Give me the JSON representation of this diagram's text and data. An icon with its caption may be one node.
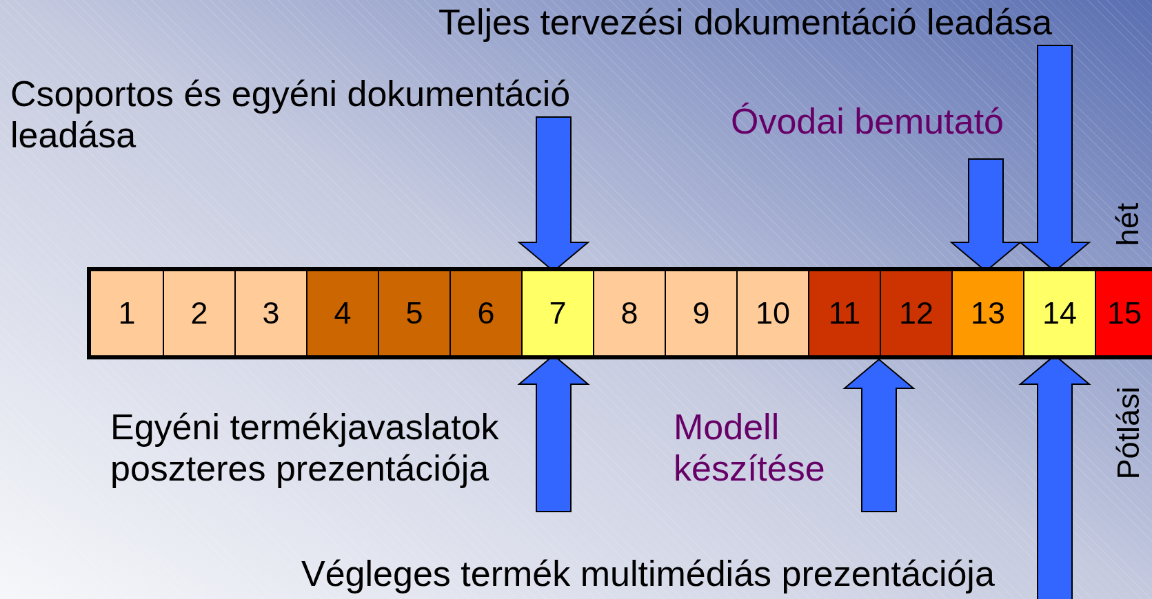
{
  "diagram": {
    "nodes": [
      {
        "text": [
          "Teljes tervezési dokumentáció leadása"
        ]
      },
      {
        "text": [
          "Csoportos és egyéni dokumentáció leadása"
        ]
      },
      {
        "text": [
          "Óvodai bemutató"
        ]
      },
      {
        "text": [],
        "shape": "bar"
      },
      {
        "text": [
          "1"
        ],
        "in": 3
      },
      {
        "text": [
          "2"
        ],
        "in": 3
      },
      {
        "text": [
          "3"
        ],
        "in": 3
      },
      {
        "text": [
          "4"
        ],
        "in": 3
      },
      {
        "text": [
          "5"
        ],
        "in": 3
      },
      {
        "text": [
          "6"
        ],
        "in": 3
      },
      {
        "text": [
          "7"
        ],
        "in": 3
      },
      {
        "text": [
          "8"
        ],
        "in": 3
      },
      {
        "text": [
          "9"
        ],
        "in": 3
      },
      {
        "text": [
          "10"
        ],
        "in": 3
      },
      {
        "text": [
          "11"
        ],
        "in": 3
      },
      {
        "text": [
          "12"
        ],
        "in": 3
      },
      {
        "text": [
          "13"
        ],
        "in": 3
      },
      {
        "text": [
          "14"
        ],
        "in": 3
      },
      {
        "text": [
          "15"
        ],
        "in": 3,
        "beside": [
          "Pótlási",
          "hét"
        ]
      },
      {
        "text": [
          "Egyéni termékjavaslatok poszteres prezentációja"
        ]
      },
      {
        "text": [
          "Modell készítése"
        ]
      },
      {
        "text": [
          "Végleges termék multimédiás prezentációja"
        ]
      }
    ],
    "edges": [
      {
        "from": 1,
        "to": 10,
        "arrow": "to"
      },
      {
        "from": 2,
        "to": 16,
        "arrow": "to"
      },
      {
        "from": 0,
        "to": 17,
        "arrow": "to"
      },
      {
        "from": 19,
        "to": 10,
        "arrow": "to"
      },
      {
        "from": 20,
        "to": 3,
        "arrow": "to"
      },
      {
        "from": 21,
        "to": 17,
        "arrow": "to"
      }
    ]
  }
}
